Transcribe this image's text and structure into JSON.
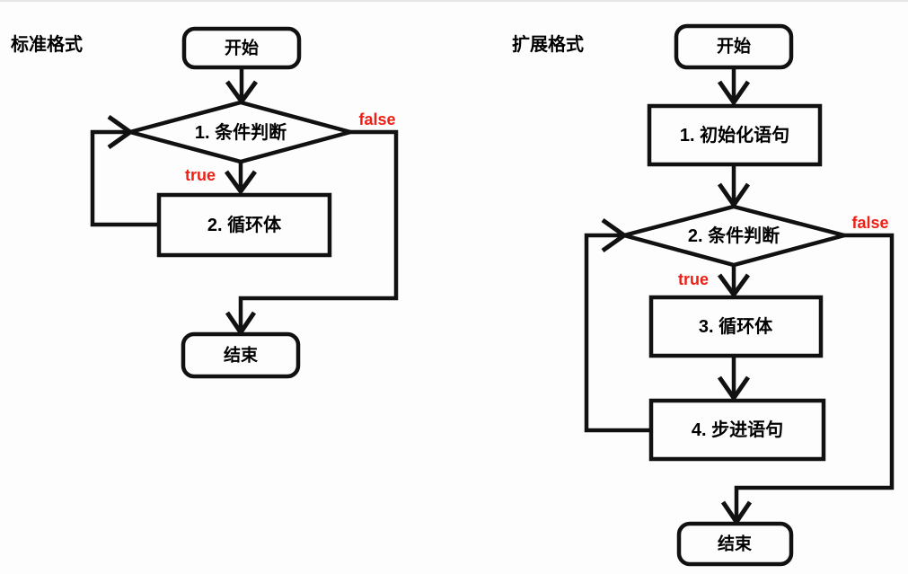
{
  "diagram": {
    "colors": {
      "line": "#111111",
      "branch_label_red": "#ee2016",
      "background": "#fdfdfd"
    },
    "left": {
      "title": "标准格式",
      "nodes": {
        "start": "开始",
        "condition": "1. 条件判断",
        "body": "2. 循环体",
        "end": "结束"
      },
      "edge_labels": {
        "true": "true",
        "false": "false"
      }
    },
    "right": {
      "title": "扩展格式",
      "nodes": {
        "start": "开始",
        "init": "1. 初始化语句",
        "condition": "2. 条件判断",
        "body": "3. 循环体",
        "step": "4. 步进语句",
        "end": "结束"
      },
      "edge_labels": {
        "true": "true",
        "false": "false"
      }
    }
  }
}
